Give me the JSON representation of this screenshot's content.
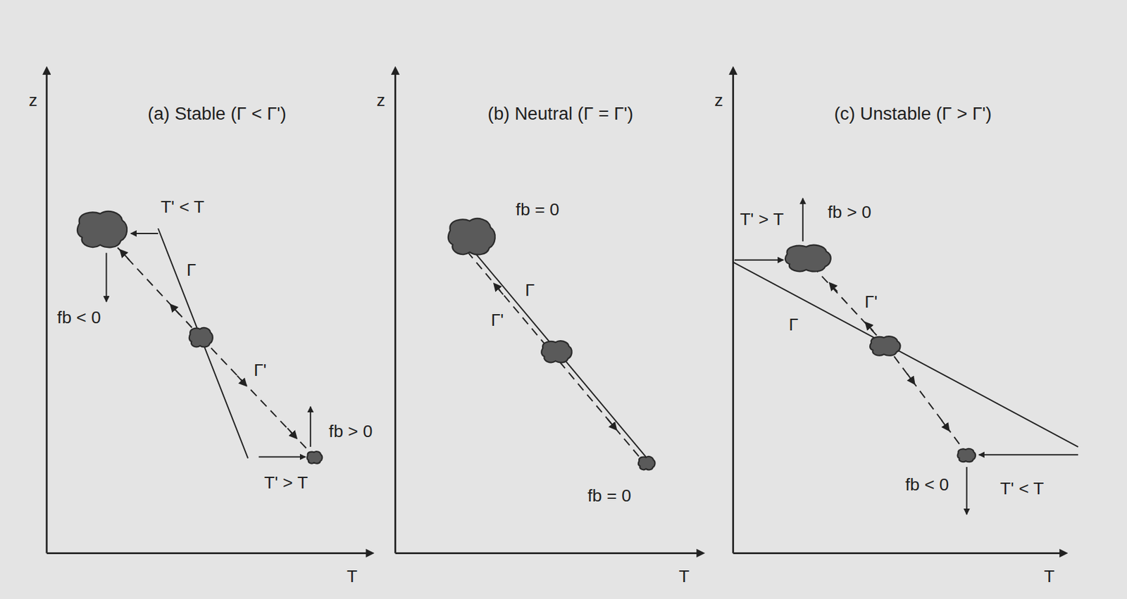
{
  "diagram": {
    "labels": [
      "(a) Stable (Γ < Γ')",
      "z",
      "T' < T",
      "Γ",
      "fb < 0",
      "Γ'",
      "fb > 0",
      "T' > T",
      "T",
      "(b) Neutral (Γ = Γ')",
      "z",
      "fb = 0",
      "Γ",
      "Γ'",
      "fb = 0",
      "T",
      "(c) Unstable (Γ > Γ')",
      "z",
      "T' > T",
      "fb > 0",
      "Γ'",
      "Γ",
      "T' < T",
      "fb < 0",
      "T"
    ]
  }
}
